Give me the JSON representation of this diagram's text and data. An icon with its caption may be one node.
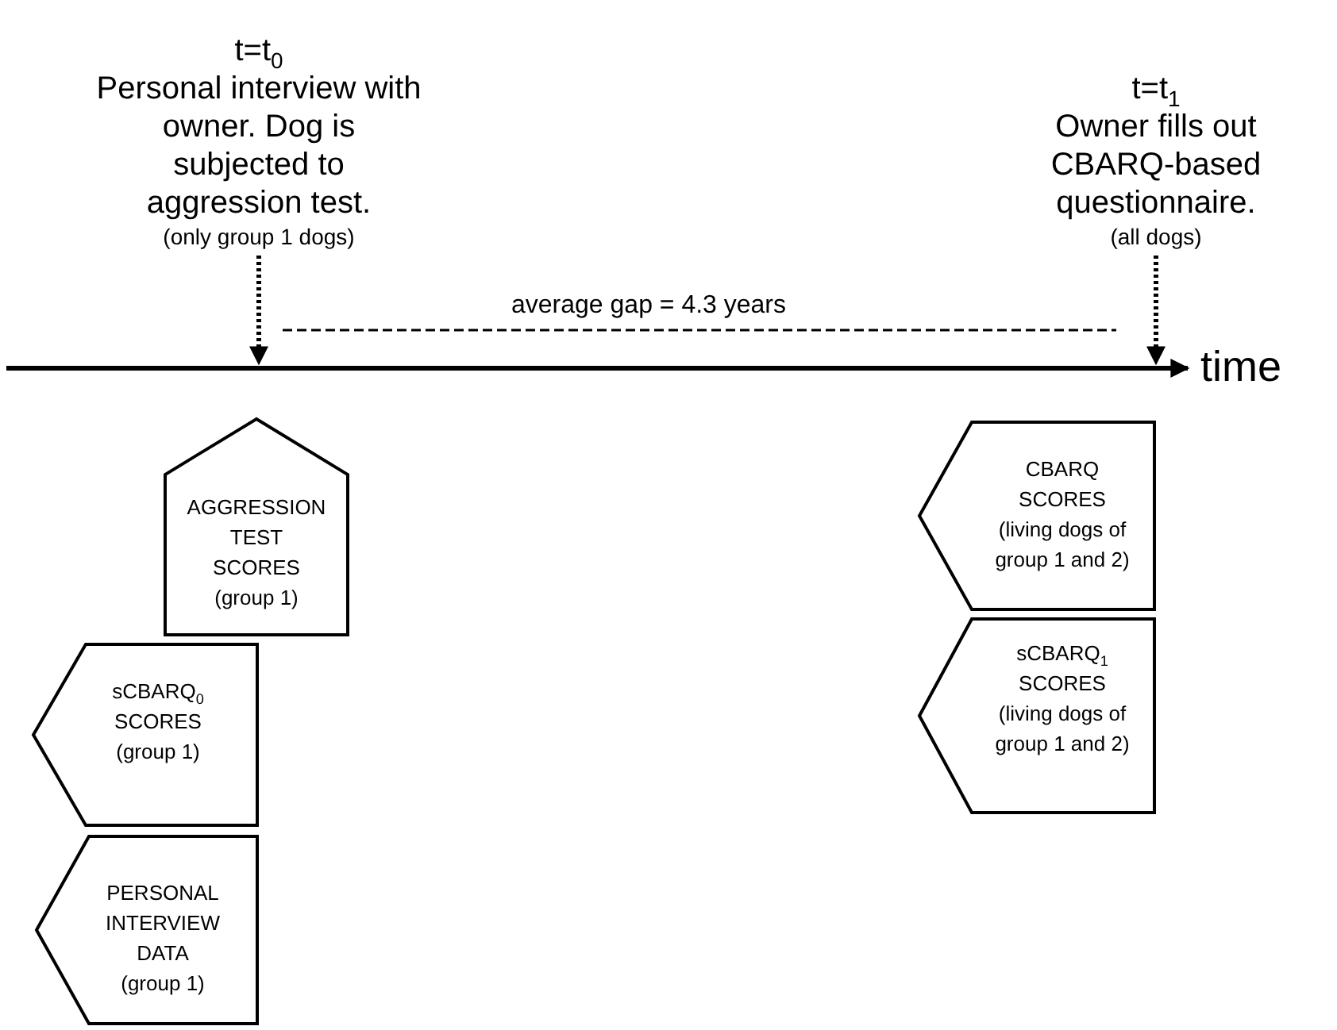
{
  "diagram": {
    "nodes": [
      {
        "text": [
          "t=t$_{0}$",
          "Personal interview with owner. Dog is subjected to aggression test.",
          "(only group 1 dogs)"
        ]
      },
      {
        "text": [
          "t=t$_{1}$",
          "Owner fills out CBARQ-based questionnaire.",
          "(all dogs)"
        ]
      },
      {
        "text": [
          "AGGRESSION TEST SCORES",
          "(group 1)"
        ]
      },
      {
        "text": [
          "sCBARQ$_{0}$ SCORES",
          "(group 1)"
        ]
      },
      {
        "text": [
          "PERSONAL INTERVIEW DATA",
          "(group 1)"
        ]
      },
      {
        "text": [
          "CBARQ SCORES",
          "(living dogs of group 1 and 2)"
        ]
      },
      {
        "text": [
          "sCBARQ$_{1}$ SCORES",
          "(living dogs of group 1 and 2)"
        ]
      }
    ],
    "edges": [
      {
        "from": 0,
        "to": null,
        "arrow": "to",
        "style": "dashed"
      },
      {
        "from": 1,
        "to": null,
        "arrow": "to",
        "style": "dashed"
      }
    ],
    "labels": [
      "average gap = 4.3 years",
      "time"
    ]
  }
}
